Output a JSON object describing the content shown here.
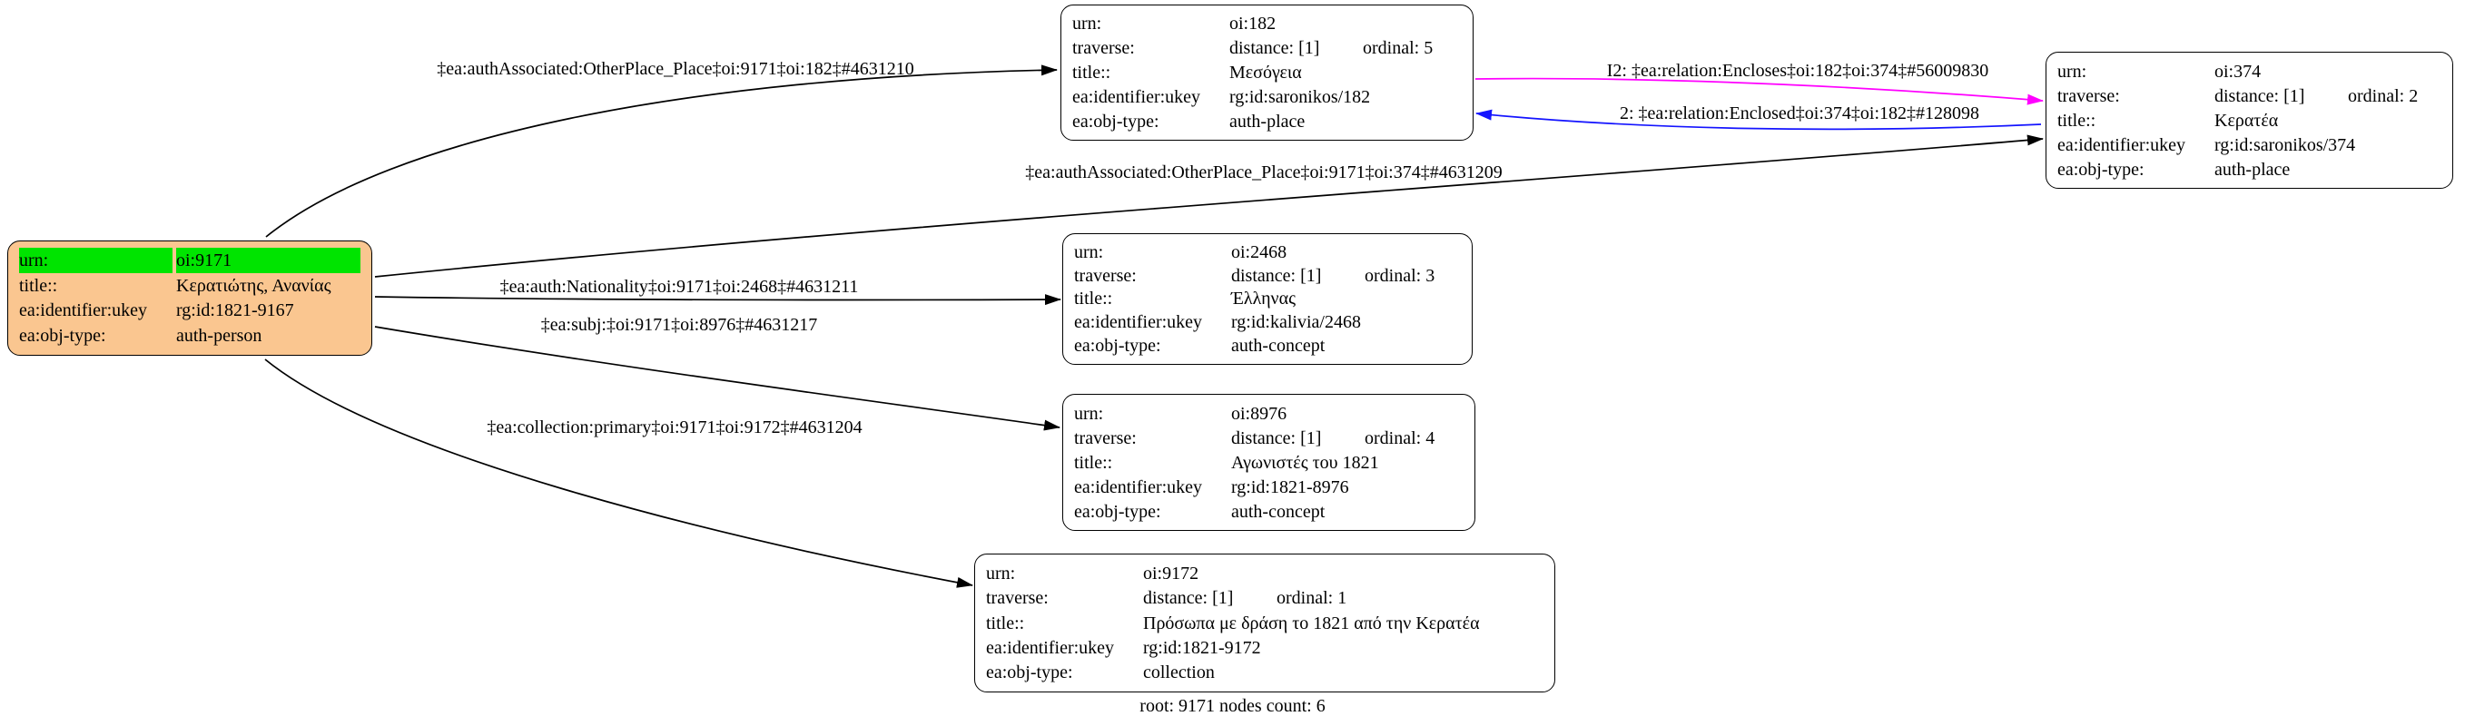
{
  "caption": "root: 9171 nodes count: 6",
  "colors": {
    "background": "#ffffff",
    "node_fill": "#ffffff",
    "node_border": "#000000",
    "root_node_fill": "#fac690",
    "highlight_green": "#00e400",
    "edge_black": "#000000",
    "edge_magenta": "#ff00ff",
    "edge_blue": "#1414ff",
    "label_text": "#000000"
  },
  "nodes": [
    {
      "id": "9171",
      "rows": [
        {
          "key": "urn:",
          "value": "oi:9171",
          "highlight": true
        },
        {
          "key": "title::",
          "value": "Κερατιώτης, Ανανίας"
        },
        {
          "key": "ea:identifier:ukey",
          "value": "rg:id:1821-9167"
        },
        {
          "key": "ea:obj-type:",
          "value": "auth-person"
        }
      ]
    },
    {
      "id": "182",
      "rows": [
        {
          "key": "urn:",
          "value": "oi:182"
        },
        {
          "key": "traverse:",
          "value": "distance: [1]",
          "value2": "ordinal: 5"
        },
        {
          "key": "title::",
          "value": "Μεσόγεια"
        },
        {
          "key": "ea:identifier:ukey",
          "value": "rg:id:saronikos/182"
        },
        {
          "key": "ea:obj-type:",
          "value": "auth-place"
        }
      ]
    },
    {
      "id": "374",
      "rows": [
        {
          "key": "urn:",
          "value": "oi:374"
        },
        {
          "key": "traverse:",
          "value": "distance: [1]",
          "value2": "ordinal: 2"
        },
        {
          "key": "title::",
          "value": "Κερατέα"
        },
        {
          "key": "ea:identifier:ukey",
          "value": "rg:id:saronikos/374"
        },
        {
          "key": "ea:obj-type:",
          "value": "auth-place"
        }
      ]
    },
    {
      "id": "2468",
      "rows": [
        {
          "key": "urn:",
          "value": "oi:2468"
        },
        {
          "key": "traverse:",
          "value": "distance: [1]",
          "value2": "ordinal: 3"
        },
        {
          "key": "title::",
          "value": "Έλληνας"
        },
        {
          "key": "ea:identifier:ukey",
          "value": "rg:id:kalivia/2468"
        },
        {
          "key": "ea:obj-type:",
          "value": "auth-concept"
        }
      ]
    },
    {
      "id": "8976",
      "rows": [
        {
          "key": "urn:",
          "value": "oi:8976"
        },
        {
          "key": "traverse:",
          "value": "distance: [1]",
          "value2": "ordinal: 4"
        },
        {
          "key": "title::",
          "value": "Αγωνιστές του 1821"
        },
        {
          "key": "ea:identifier:ukey",
          "value": "rg:id:1821-8976"
        },
        {
          "key": "ea:obj-type:",
          "value": "auth-concept"
        }
      ]
    },
    {
      "id": "9172",
      "rows": [
        {
          "key": "urn:",
          "value": "oi:9172"
        },
        {
          "key": "traverse:",
          "value": "distance: [1]",
          "value2": "ordinal: 1"
        },
        {
          "key": "title::",
          "value": "Πρόσωπα με δράση το 1821 από την Κερατέα"
        },
        {
          "key": "ea:identifier:ukey",
          "value": "rg:id:1821-9172"
        },
        {
          "key": "ea:obj-type:",
          "value": "collection"
        }
      ]
    }
  ],
  "edges": [
    {
      "from": "9171",
      "to": "182",
      "color": "black",
      "label": "‡ea:authAssociated:OtherPlace_Place‡oi:9171‡oi:182‡#4631210"
    },
    {
      "from": "9171",
      "to": "374",
      "color": "black",
      "label": "‡ea:authAssociated:OtherPlace_Place‡oi:9171‡oi:374‡#4631209"
    },
    {
      "from": "9171",
      "to": "2468",
      "color": "black",
      "label": "‡ea:auth:Nationality‡oi:9171‡oi:2468‡#4631211"
    },
    {
      "from": "9171",
      "to": "8976",
      "color": "black",
      "label": "‡ea:subj:‡oi:9171‡oi:8976‡#4631217"
    },
    {
      "from": "9171",
      "to": "9172",
      "color": "black",
      "label": "‡ea:collection:primary‡oi:9171‡oi:9172‡#4631204"
    },
    {
      "from": "182",
      "to": "374",
      "color": "magenta",
      "label": "I2: ‡ea:relation:Encloses‡oi:182‡oi:374‡#56009830"
    },
    {
      "from": "374",
      "to": "182",
      "color": "blue",
      "label": "2: ‡ea:relation:Enclosed‡oi:374‡oi:182‡#128098"
    }
  ]
}
